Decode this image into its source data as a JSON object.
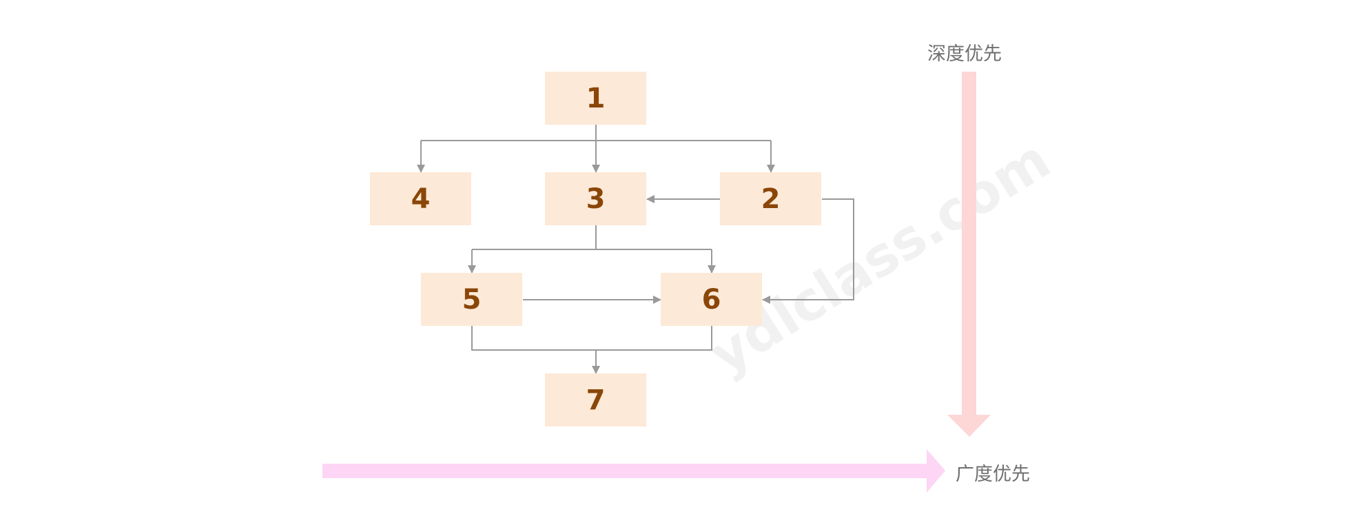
{
  "nodes": {
    "n1": "1",
    "n2": "2",
    "n3": "3",
    "n4": "4",
    "n5": "5",
    "n6": "6",
    "n7": "7"
  },
  "edges": [
    {
      "from": "1",
      "to": "4"
    },
    {
      "from": "1",
      "to": "3"
    },
    {
      "from": "1",
      "to": "2"
    },
    {
      "from": "2",
      "to": "3"
    },
    {
      "from": "2",
      "to": "6"
    },
    {
      "from": "3",
      "to": "5"
    },
    {
      "from": "3",
      "to": "6"
    },
    {
      "from": "5",
      "to": "6"
    },
    {
      "from": "5",
      "to": "7"
    },
    {
      "from": "6",
      "to": "7"
    }
  ],
  "labels": {
    "depth_first": "深度优先",
    "breadth_first": "广度优先"
  },
  "watermark": "ydlclass.com",
  "colors": {
    "node_fill": "#fde9d7",
    "node_text": "#8a4608",
    "connector": "#999999",
    "depth_arrow": "#fdd6d6",
    "breadth_arrow": "#fdd5f5"
  }
}
